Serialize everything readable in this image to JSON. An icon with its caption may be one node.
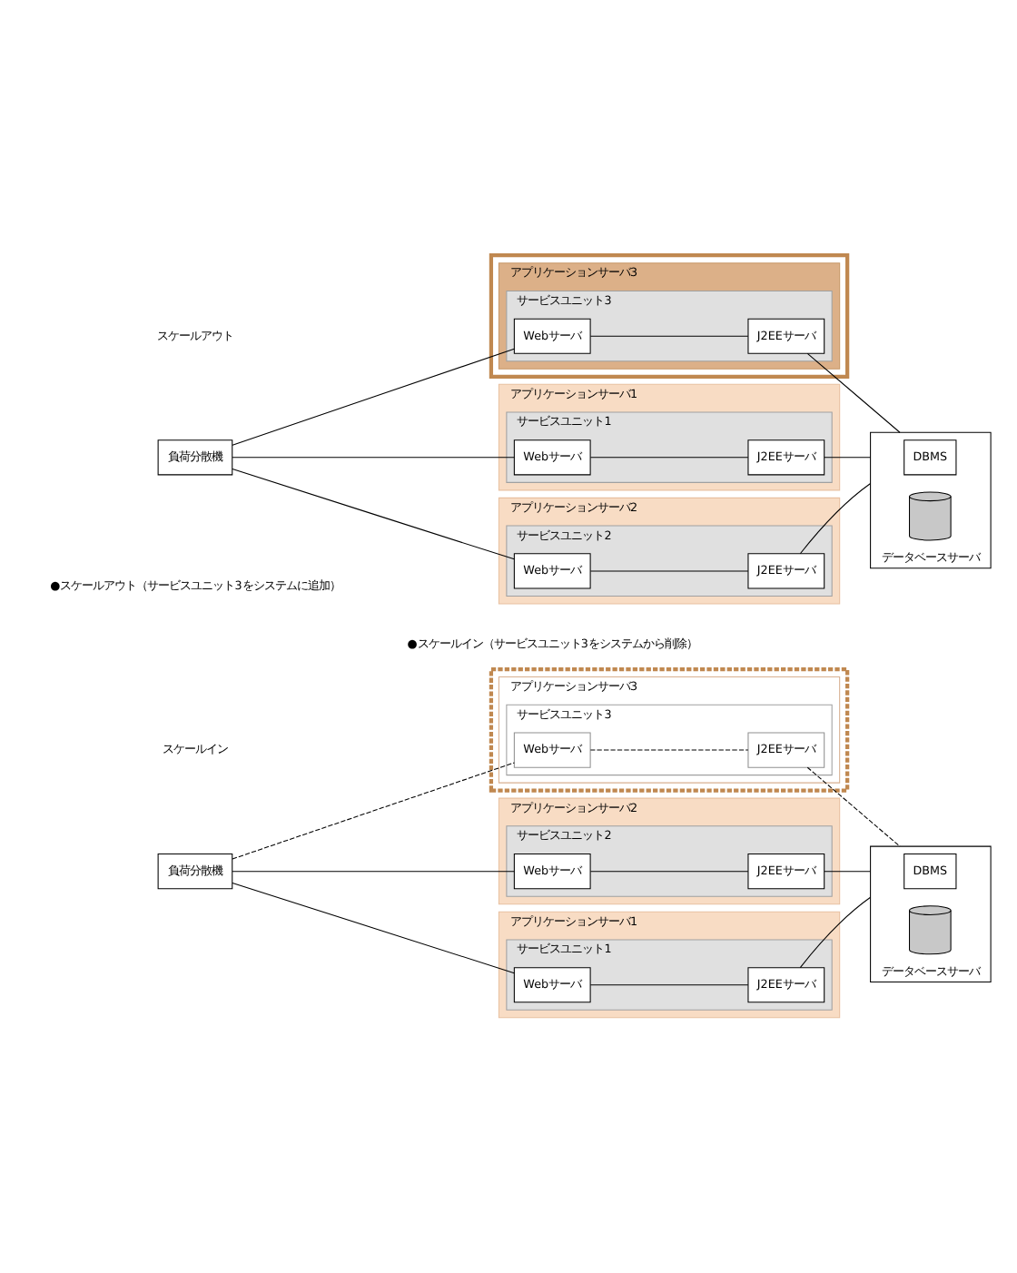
{
  "diagram": {
    "nodes": [
      {
        "text": [
          "負荷分散機"
        ]
      },
      {
        "text": [
          "アプリケーションサーバ1"
        ]
      },
      {
        "text": [
          "サービスユニット1"
        ],
        "in": 1
      },
      {
        "text": [
          "Webサーバ"
        ],
        "in": 2
      },
      {
        "text": [
          "J2EEサーバ"
        ],
        "in": 2
      },
      {
        "text": [
          "アプリケーションサーバ2"
        ]
      },
      {
        "text": [
          "サービスユニット2"
        ],
        "in": 5
      },
      {
        "text": [
          "Webサーバ"
        ],
        "in": 6
      },
      {
        "text": [
          "J2EEサーバ"
        ],
        "in": 6
      },
      {
        "text": [],
        "shape": "box"
      },
      {
        "text": [
          "アプリケーションサーバ3"
        ],
        "in": 9
      },
      {
        "text": [
          "サービスユニット3"
        ],
        "in": 10
      },
      {
        "text": [
          "Webサーバ"
        ],
        "in": 11
      },
      {
        "text": [
          "J2EEサーバ"
        ],
        "in": 11
      },
      {
        "text": [
          "データベースサーバ"
        ]
      },
      {
        "text": [
          "DBMS"
        ],
        "in": 14
      },
      {
        "text": [],
        "shape": "cylinder",
        "in": 14
      },
      {
        "text": [
          "負荷分散機"
        ]
      },
      {
        "text": [
          "アプリケーションサーバ1"
        ]
      },
      {
        "text": [
          "サービスユニット1"
        ],
        "in": 18
      },
      {
        "text": [
          "Webサーバ"
        ],
        "in": 19
      },
      {
        "text": [
          "J2EEサーバ"
        ],
        "in": 19
      },
      {
        "text": [
          "アプリケーションサーバ2"
        ]
      },
      {
        "text": [
          "サービスユニット2"
        ],
        "in": 22
      },
      {
        "text": [
          "Webサーバ"
        ],
        "in": 23
      },
      {
        "text": [
          "J2EEサーバ"
        ],
        "in": 23
      },
      {
        "text": [],
        "shape": "box"
      },
      {
        "text": [
          "アプリケーションサーバ3"
        ],
        "in": 26
      },
      {
        "text": [
          "サービスユニット3"
        ],
        "in": 27
      },
      {
        "text": [
          "Webサーバ"
        ],
        "in": 28
      },
      {
        "text": [
          "J2EEサーバ"
        ],
        "in": 28
      },
      {
        "text": [
          "データベースサーバ"
        ]
      },
      {
        "text": [
          "DBMS"
        ],
        "in": 31
      },
      {
        "text": [],
        "shape": "cylinder",
        "in": 31
      }
    ],
    "edges": [
      {
        "from": 0,
        "to": 3,
        "arrow": "none"
      },
      {
        "from": 0,
        "to": 7,
        "arrow": "none"
      },
      {
        "from": 0,
        "to": 12,
        "arrow": "none"
      },
      {
        "from": 3,
        "to": 4,
        "arrow": "none"
      },
      {
        "from": 7,
        "to": 8,
        "arrow": "none"
      },
      {
        "from": 12,
        "to": 13,
        "arrow": "none"
      },
      {
        "from": 4,
        "to": 14,
        "arrow": "none"
      },
      {
        "from": 8,
        "to": 14,
        "arrow": "none"
      },
      {
        "from": 13,
        "to": 14,
        "arrow": "none"
      },
      {
        "from": 17,
        "to": 20,
        "arrow": "none"
      },
      {
        "from": 17,
        "to": 24,
        "arrow": "none"
      },
      {
        "from": 17,
        "to": 29,
        "arrow": "none",
        "style": "dashed"
      },
      {
        "from": 20,
        "to": 21,
        "arrow": "none"
      },
      {
        "from": 24,
        "to": 25,
        "arrow": "none"
      },
      {
        "from": 29,
        "to": 30,
        "arrow": "none",
        "style": "dashed"
      },
      {
        "from": 21,
        "to": 31,
        "arrow": "none"
      },
      {
        "from": 25,
        "to": 31,
        "arrow": "none"
      },
      {
        "from": 30,
        "to": 31,
        "arrow": "none",
        "style": "dashed"
      }
    ],
    "labels": [
      "●スケールアウト（サービスユニット3をシステムに追加）",
      "スケールアウト",
      "●スケールイン（サービスユニット3をシステムから削除）",
      "スケールイン"
    ]
  }
}
